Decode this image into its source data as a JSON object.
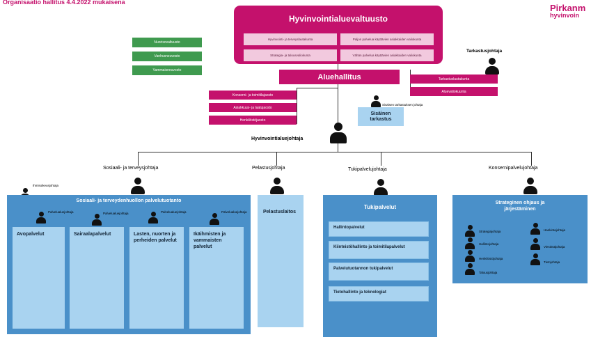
{
  "header": {
    "subtitle": "Organisaatio hallitus 4.4.2022 mukaisena",
    "brand_line1": "Pirkanm",
    "brand_line2": "hyvinvoin"
  },
  "council": {
    "title": "Hyvinvointialuevaltuusto",
    "committees": [
      "Hyvinvointi- ja terveyslautakunta",
      "Paljon palvelua käyttävien asiakkaiden valiokunta",
      "Strategia- ja talousvaliokunta",
      "Vähän palvelua käyttävien asiakkaiden valiokunta"
    ]
  },
  "councils_green": [
    "Nuorisovaltuusto",
    "Vanhusneuvosto",
    "Vammaisneuvosto"
  ],
  "board": {
    "title": "Aluehallitus",
    "sections": [
      "Konserni- ja toimitilajaosto",
      "Asiakkuus- ja laatujaosto",
      "Henkilöstöjaosto"
    ]
  },
  "audit": {
    "role": "Tarkastusjohtaja",
    "items": [
      "Tarkastuslautakunta",
      "Aluevaliokuunta"
    ]
  },
  "internal_audit": {
    "role": "Sisäisen tarkastuksen johtaja",
    "box": "Sisäinen tarkastus"
  },
  "ceo": {
    "role": "Hyvinvointialuejohtaja"
  },
  "divisions": {
    "sote": {
      "role": "Sosiaali- ja terveysjohtaja",
      "ombudsman": "Ihmisoikeusjohtaja",
      "title": "Sosiaali- ja terveydenhuollon palvelutuotanto",
      "director_role": "Palvelualuejohtaja",
      "units": [
        "Avopalvelut",
        "Sairaalapalvelut",
        "Lasten, nuorten ja perheiden palvelut",
        "Ikäihmisten ja vammaisten palvelut"
      ]
    },
    "rescue": {
      "role": "Pelastusjohtaja",
      "title": "Pelastuslaitos"
    },
    "support": {
      "role": "Tukipalvelujohtaja",
      "title": "Tukipalvelut",
      "items": [
        "Hallintopalvelut",
        "Kiinteistöhallinto ja toimitilapalvelut",
        "Palvelutuotannon tukipalvelut",
        "Tietohallinto ja teknologiat"
      ]
    },
    "group": {
      "role": "Konsernipalvelujohtaja",
      "title": "Strateginen ohjaus ja järjestäminen",
      "left": [
        "Strategiajohtaja",
        "Hallintojohtaja",
        "Henkilöstöjohtaja",
        "Talousjohtaja"
      ],
      "right": [
        "Hankintajohtaja",
        "Viestintäjohtaja",
        "Tietojohtaja"
      ]
    }
  },
  "colors": {
    "magenta": "#c4116c",
    "magenta_light": "#f2c9de",
    "green": "#3f9a4f",
    "blue": "#4a90c9",
    "blue_light": "#a9d3f0"
  }
}
